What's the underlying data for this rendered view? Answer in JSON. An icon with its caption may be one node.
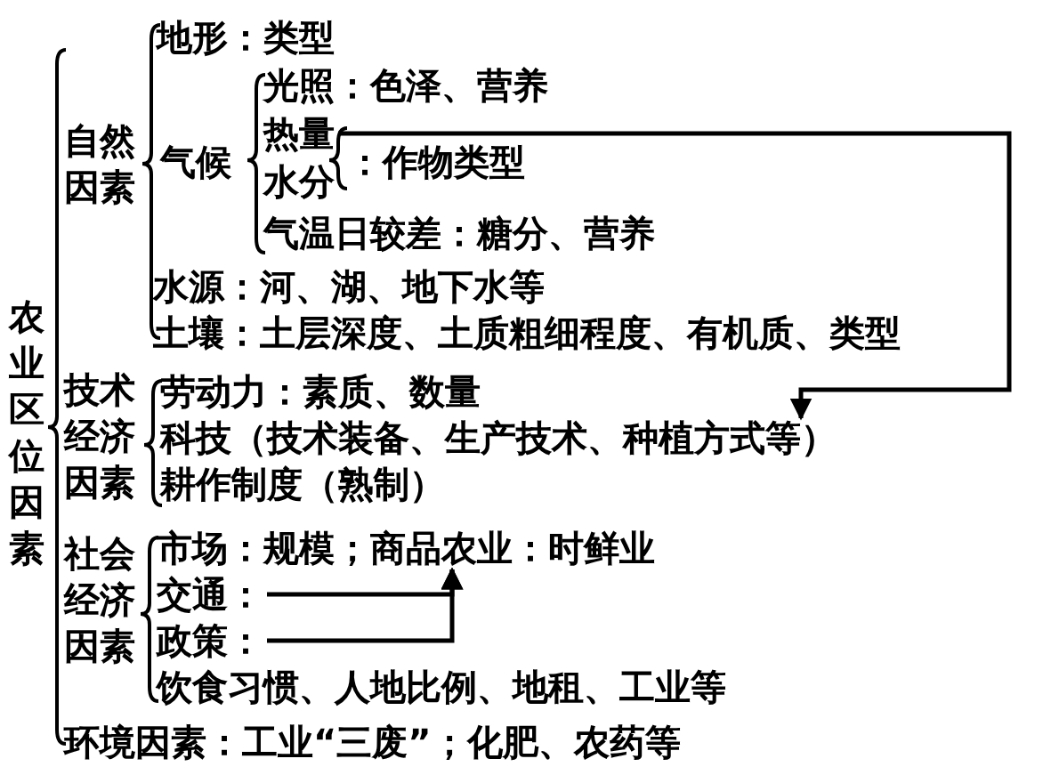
{
  "diagram": {
    "nodes": [
      {
        "text": [
          "热量"
        ]
      },
      {
        "text": [
          "科技（技术装备、生产技术、种植方式等）"
        ]
      },
      {
        "text": [
          "市场：规模；商品农业：时鲜业"
        ]
      },
      {
        "text": [
          "交通："
        ]
      },
      {
        "text": [
          "政策："
        ]
      }
    ],
    "edges": [
      {
        "from": 0,
        "to": 1,
        "arrow": "to"
      },
      {
        "from": 3,
        "to": 2,
        "arrow": "to"
      },
      {
        "from": 4,
        "to": 2,
        "arrow": "to"
      }
    ],
    "labels": [
      "地形：类型",
      "自然因素",
      "光照：色泽、营养",
      "气候",
      "：作物类型",
      "水分",
      "气温日较差：糖分、营养",
      "水源：河、湖、地下水等",
      "土壤：土层深度、土质粗细程度、有机质、类型",
      "农业区位因素",
      "技术经济因素",
      "劳动力：素质、数量",
      "耕作制度（熟制）",
      "社会经济因素",
      "饮食习惯、人地比例、地租、工业等",
      "环境因素：工业“三废”；化肥、农药等"
    ]
  }
}
